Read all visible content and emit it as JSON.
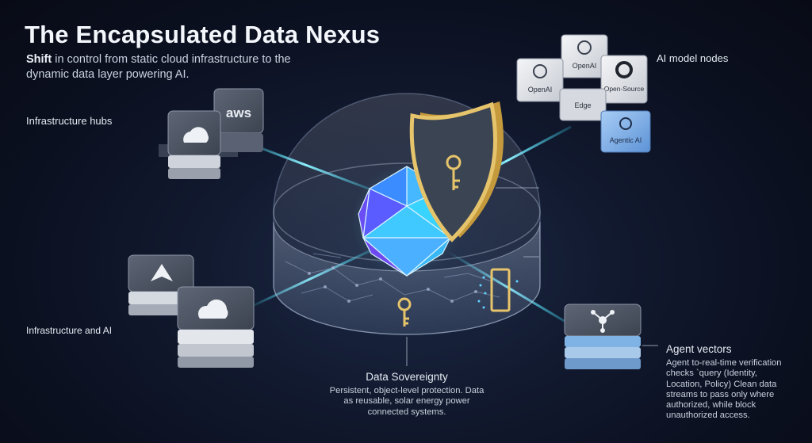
{
  "header": {
    "title": "The Encapsulated Data Nexus",
    "subtitle_strong": "Shift",
    "subtitle_rest": " in control from static cloud infrastructure to the dynamic data layer powering AI."
  },
  "labels": {
    "infrastructure_hubs": "Infrastructure hubs",
    "infrastructure_ai": "Infrastructure and AI",
    "ai_model_nodes": "AI model nodes",
    "agent_vectors": "Agent vectors",
    "data_sovereignty": "Data Sovereignty"
  },
  "descriptions": {
    "data_sovereignty": "Persistent, object-level protection. Data as reusable, solar energy power connected systems.",
    "agent_vectors": "Agent to-real-time verification checks `query (Identity, Location, Policy) Clean data streams to pass only where authorized, while block unauthorized access."
  },
  "cubes": {
    "aws": "aws",
    "openai_1": "OpenAI",
    "openai_2": "OpenAI",
    "open_source": "Open-Source",
    "edge": "Edge",
    "agentic_ai": "Agentic AI"
  },
  "colors": {
    "background": "#0b1020",
    "beam": "#38d9f5",
    "shield_gold": "#d8b45a",
    "icosa_blue": "#3aa0ff",
    "icosa_purple": "#7a4dff",
    "agentic_blue": "#7fb0e8"
  }
}
